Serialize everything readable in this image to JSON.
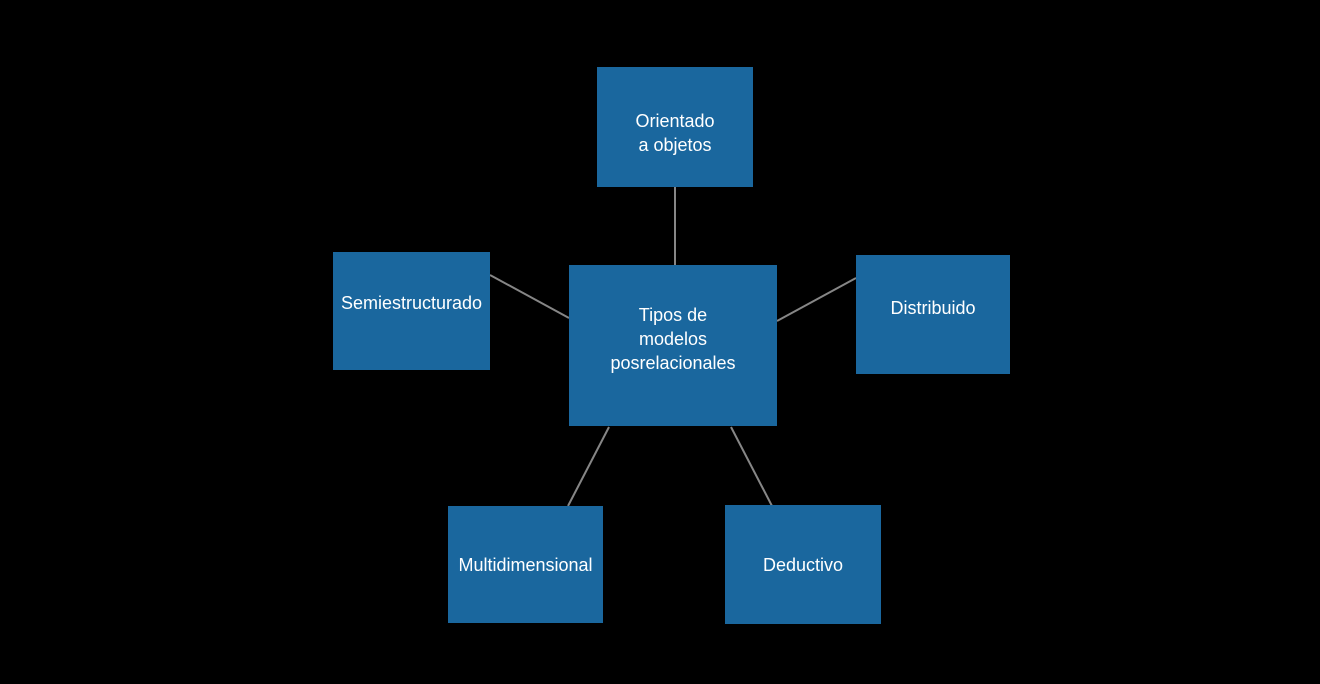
{
  "colors": {
    "background": "#000000",
    "node_fill": "#1a679e",
    "connector": "#868686",
    "text": "#ffffff"
  },
  "diagram": {
    "center_node": {
      "id": "tipos-de-modelos-posrelacionales",
      "label": "Tipos de\nmodelos\nposrelacionales"
    },
    "nodes": [
      {
        "id": "orientado-a-objetos",
        "label": "Orientado\na objetos",
        "position": "top"
      },
      {
        "id": "semiestructurado",
        "label": "Semiestructurado",
        "position": "left"
      },
      {
        "id": "distribuido",
        "label": "Distribuido",
        "position": "right"
      },
      {
        "id": "multidimensional",
        "label": "Multidimensional",
        "position": "bottom-left"
      },
      {
        "id": "deductivo",
        "label": "Deductivo",
        "position": "bottom-right"
      }
    ],
    "connectors": [
      {
        "from": "tipos-de-modelos-posrelacionales",
        "to": "orientado-a-objetos"
      },
      {
        "from": "tipos-de-modelos-posrelacionales",
        "to": "semiestructurado"
      },
      {
        "from": "tipos-de-modelos-posrelacionales",
        "to": "distribuido"
      },
      {
        "from": "tipos-de-modelos-posrelacionales",
        "to": "multidimensional"
      },
      {
        "from": "tipos-de-modelos-posrelacionales",
        "to": "deductivo"
      }
    ]
  }
}
